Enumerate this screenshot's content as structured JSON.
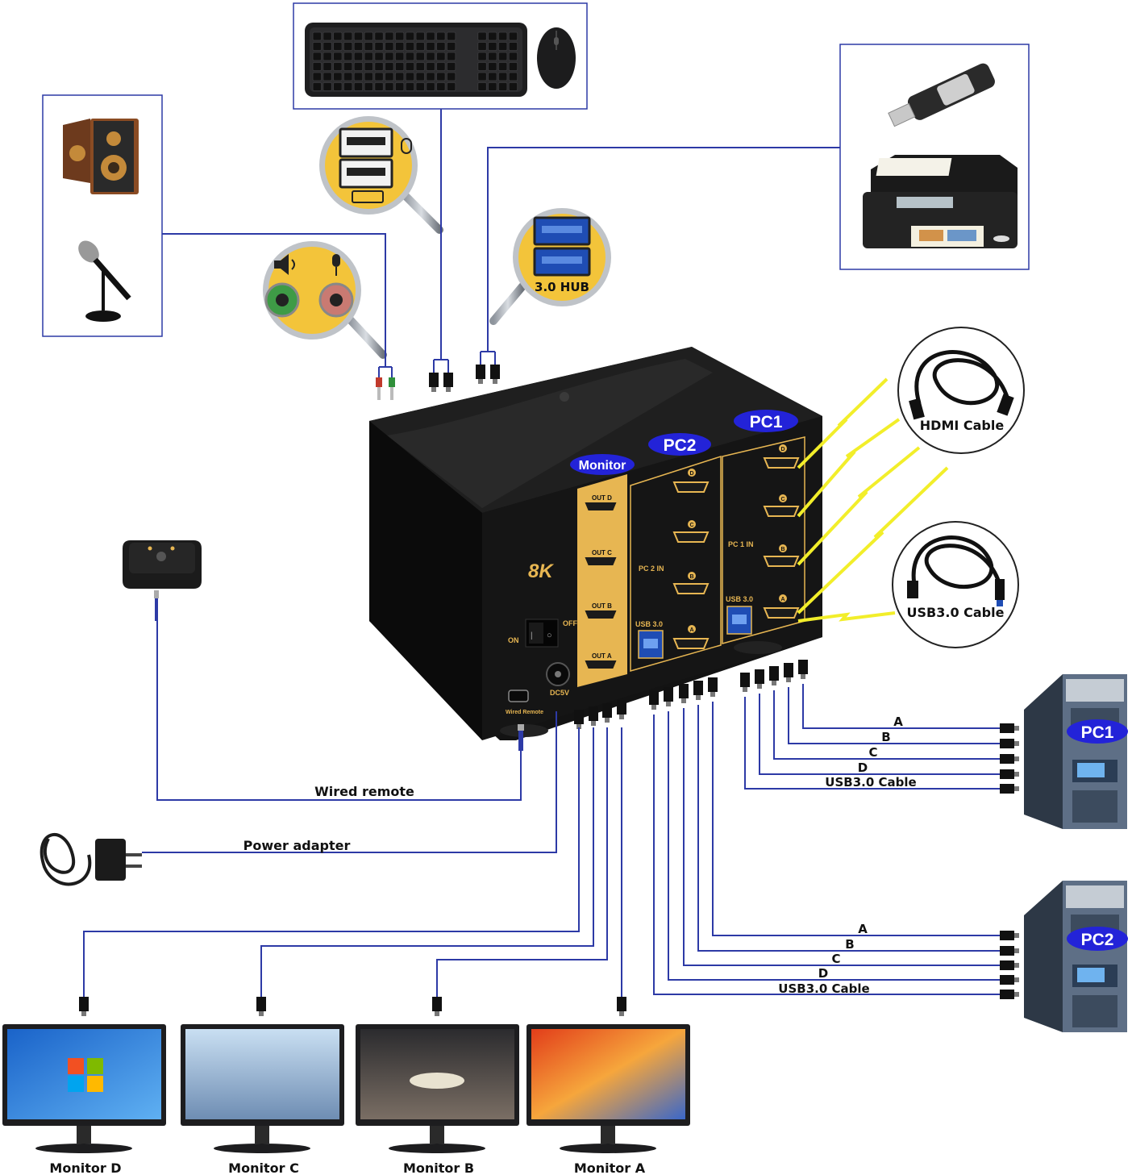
{
  "kvm": {
    "badge": "8K",
    "pc1_pill": "PC1",
    "pc2_pill": "PC2",
    "monitor_pill": "Monitor",
    "pc1_in": "PC 1 IN",
    "pc2_in": "PC 2 IN",
    "usb30": "USB 3.0",
    "out_d": "OUT D",
    "out_c": "OUT C",
    "out_b": "OUT B",
    "out_a": "OUT A",
    "on": "ON",
    "off": "OFF",
    "dc5v": "DC5V",
    "wired_remote_port": "Wired Remote",
    "port_letters": [
      "D",
      "C",
      "B",
      "A"
    ]
  },
  "callouts": {
    "hub": "3.0 HUB"
  },
  "cables": {
    "hdmi": "HDMI Cable",
    "usb30": "USB3.0 Cable"
  },
  "connections": {
    "wired_remote": "Wired remote",
    "power_adapter": "Power adapter",
    "pc1_lines": [
      "A",
      "B",
      "C",
      "D",
      "USB3.0 Cable"
    ],
    "pc2_lines": [
      "A",
      "B",
      "C",
      "D",
      "USB3.0 Cable"
    ]
  },
  "computers": {
    "pc1": "PC1",
    "pc2": "PC2"
  },
  "monitors": [
    "Monitor D",
    "Monitor C",
    "Monitor B",
    "Monitor A"
  ],
  "colors": {
    "wire": "#2d3aa6",
    "pill": "#2323d8",
    "gold": "#e7b652",
    "arrow": "#f2ee2a"
  }
}
